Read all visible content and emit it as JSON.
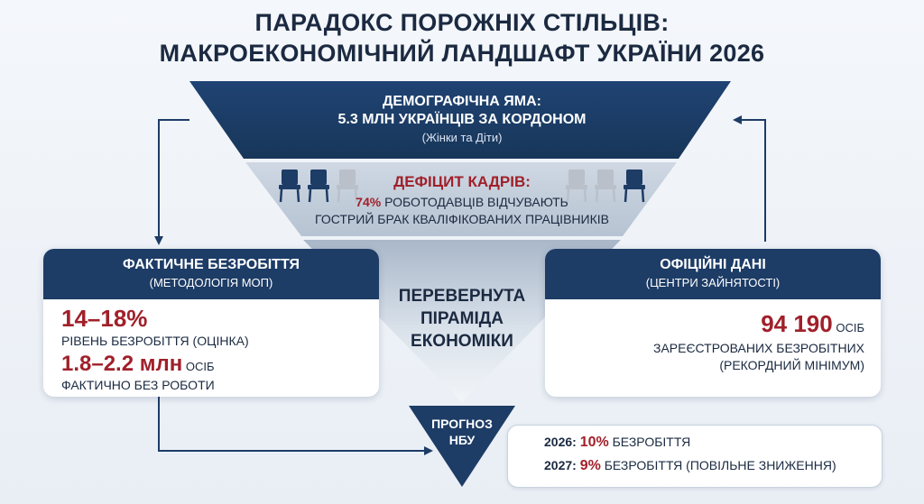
{
  "title": {
    "line1": "ПАРАДОКС ПОРОЖНІХ СТІЛЬЦІВ:",
    "line2": "МАКРОЕКОНОМІЧНИЙ ЛАНДШАФТ УКРАЇНИ 2026"
  },
  "demography": {
    "title": "ДЕМОГРАФІЧНА ЯМА:",
    "line2": "5.3 МЛН УКРАЇНЦІВ ЗА КОРДОНОМ",
    "note": "(Жінки та Діти)"
  },
  "deficit": {
    "title": "ДЕФІЦИТ КАДРІВ:",
    "pct": "74%",
    "line1": " РОБОТОДАВЦІВ ВІДЧУВАЮТЬ",
    "line2": "ГОСТРИЙ БРАК КВАЛІФІКОВАНИХ ПРАЦІВНИКІВ"
  },
  "pyramid": {
    "line1": "ПЕРЕВЕРНУТА",
    "line2": "ПІРАМІДА",
    "line3": "ЕКОНОМІКИ"
  },
  "actual": {
    "header": "ФАКТИЧНЕ БЕЗРОБІТТЯ",
    "subheader": "(МЕТОДОЛОГІЯ МОП)",
    "rate": "14–18%",
    "rate_label": "РІВЕНЬ БЕЗРОБІТТЯ (ОЦІНКА)",
    "people": "1.8–2.2 млн",
    "people_unit": " ОСІБ",
    "people_label": "ФАКТИЧНО БЕЗ РОБОТИ"
  },
  "official": {
    "header": "ОФІЦІЙНІ ДАНІ",
    "subheader": "(ЦЕНТРИ ЗАЙНЯТОСТІ)",
    "count": "94 190",
    "count_unit": " ОСІБ",
    "line1": "ЗАРЕЄСТРОВАНИХ БЕЗРОБІТНИХ",
    "line2": "(РЕКОРДНИЙ МІНІМУМ)"
  },
  "forecast": {
    "label1": "ПРОГНОЗ",
    "label2": "НБУ",
    "y2026": "2026:",
    "v2026": "10%",
    "t2026": " БЕЗРОБІТТЯ",
    "y2027": "2027:",
    "v2027": "9%",
    "t2027": " БЕЗРОБІТТЯ (ПОВІЛЬНЕ ЗНИЖЕННЯ)"
  },
  "colors": {
    "navy": "#1d3c66",
    "accent_red": "#a0202a",
    "chair_active": "#1d3c66",
    "chair_empty": "#b9c0c9"
  },
  "icons": {
    "chair": "chair-icon",
    "arrow": "arrow-icon"
  }
}
